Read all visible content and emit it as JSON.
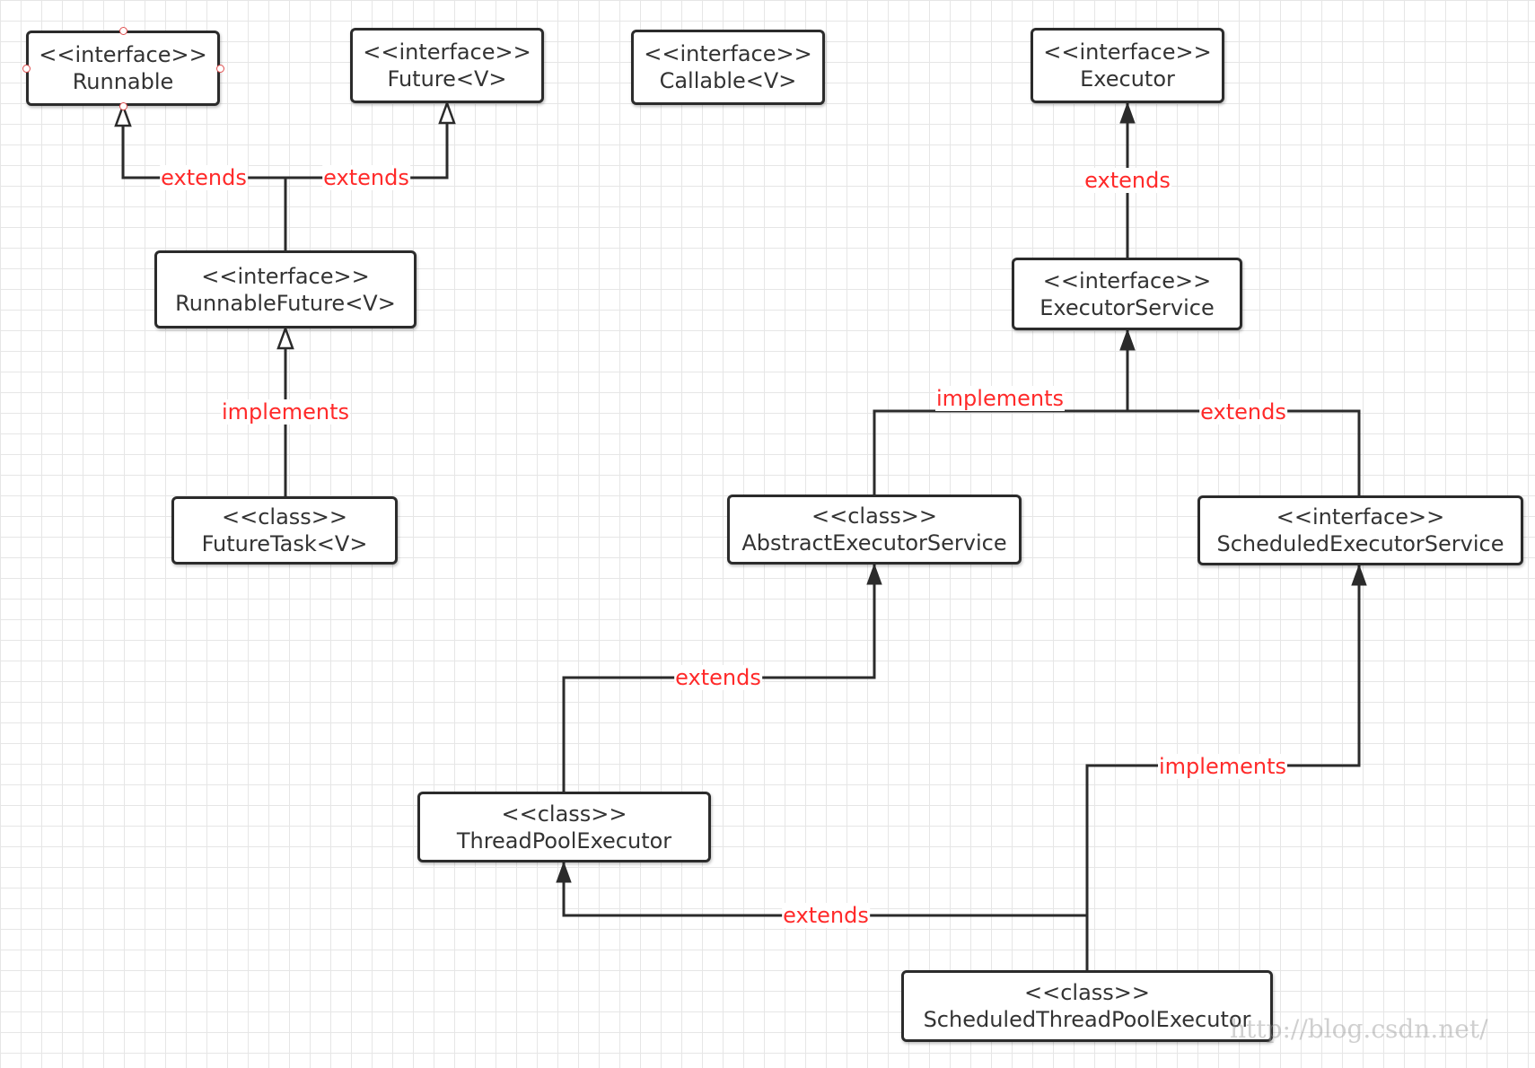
{
  "nodes": [
    {
      "id": "runnable",
      "stereotype": "<<interface>>",
      "name": "Runnable"
    },
    {
      "id": "future",
      "stereotype": "<<interface>>",
      "name": "Future<V>"
    },
    {
      "id": "callable",
      "stereotype": "<<interface>>",
      "name": "Callable<V>"
    },
    {
      "id": "executor",
      "stereotype": "<<interface>>",
      "name": "Executor"
    },
    {
      "id": "runnablefuture",
      "stereotype": "<<interface>>",
      "name": "RunnableFuture<V>"
    },
    {
      "id": "executorservice",
      "stereotype": "<<interface>>",
      "name": "ExecutorService"
    },
    {
      "id": "futuretask",
      "stereotype": "<<class>>",
      "name": "FutureTask<V>"
    },
    {
      "id": "abstractexecutorservice",
      "stereotype": "<<class>>",
      "name": "AbstractExecutorService"
    },
    {
      "id": "scheduledexecutorservice",
      "stereotype": "<<interface>>",
      "name": "ScheduledExecutorService"
    },
    {
      "id": "threadpoolexecutor",
      "stereotype": "<<class>>",
      "name": "ThreadPoolExecutor"
    },
    {
      "id": "scheduledthreadpoolexecutor",
      "stereotype": "<<class>>",
      "name": "ScheduledThreadPoolExecutor"
    }
  ],
  "edges": [
    {
      "id": "rf-runnable",
      "from": "runnablefuture",
      "to": "runnable",
      "label": "extends",
      "arrow": "hollow"
    },
    {
      "id": "rf-future",
      "from": "runnablefuture",
      "to": "future",
      "label": "extends",
      "arrow": "hollow"
    },
    {
      "id": "ft-rf",
      "from": "futuretask",
      "to": "runnablefuture",
      "label": "implements",
      "arrow": "hollow"
    },
    {
      "id": "es-executor",
      "from": "executorservice",
      "to": "executor",
      "label": "extends",
      "arrow": "filled"
    },
    {
      "id": "aes-es",
      "from": "abstractexecutorservice",
      "to": "executorservice",
      "label": "implements",
      "arrow": "filled"
    },
    {
      "id": "ses-es",
      "from": "scheduledexecutorservice",
      "to": "executorservice",
      "label": "extends",
      "arrow": "filled"
    },
    {
      "id": "tpe-aes",
      "from": "threadpoolexecutor",
      "to": "abstractexecutorservice",
      "label": "extends",
      "arrow": "filled"
    },
    {
      "id": "stpe-ses",
      "from": "scheduledthreadpoolexecutor",
      "to": "scheduledexecutorservice",
      "label": "implements",
      "arrow": "filled"
    },
    {
      "id": "stpe-tpe",
      "from": "scheduledthreadpoolexecutor",
      "to": "threadpoolexecutor",
      "label": "extends",
      "arrow": "filled"
    }
  ],
  "watermark": "http://blog.csdn.net/",
  "colors": {
    "label": "#ff2a2a",
    "line": "#2b2b2b",
    "grid": "#e6e6e6",
    "handle": "#e05050"
  }
}
